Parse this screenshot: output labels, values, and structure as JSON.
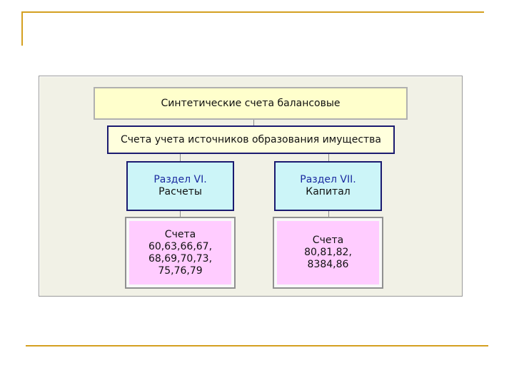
{
  "diagram": {
    "root": {
      "label": "Синтетические счета балансовые"
    },
    "level2": {
      "label": "Счета учета источников образования имущества"
    },
    "sections": [
      {
        "title": "Раздел VI.",
        "subtitle": "Расчеты",
        "accounts": [
          "Счета",
          "60,63,66,67,",
          "68,69,70,73,",
          "75,76,79"
        ]
      },
      {
        "title": "Раздел VII.",
        "subtitle": "Капитал",
        "accounts": [
          "Счета",
          "80,81,82,",
          "8384,86"
        ]
      }
    ]
  },
  "colors": {
    "decorative_lines": "#d4a020",
    "panel_bg": "#f1f1e6",
    "root_bg": "#ffffcc",
    "section_bg": "#ccf5f8",
    "accounts_bg": "#ffccff",
    "section_title": "#1a2aa0"
  }
}
